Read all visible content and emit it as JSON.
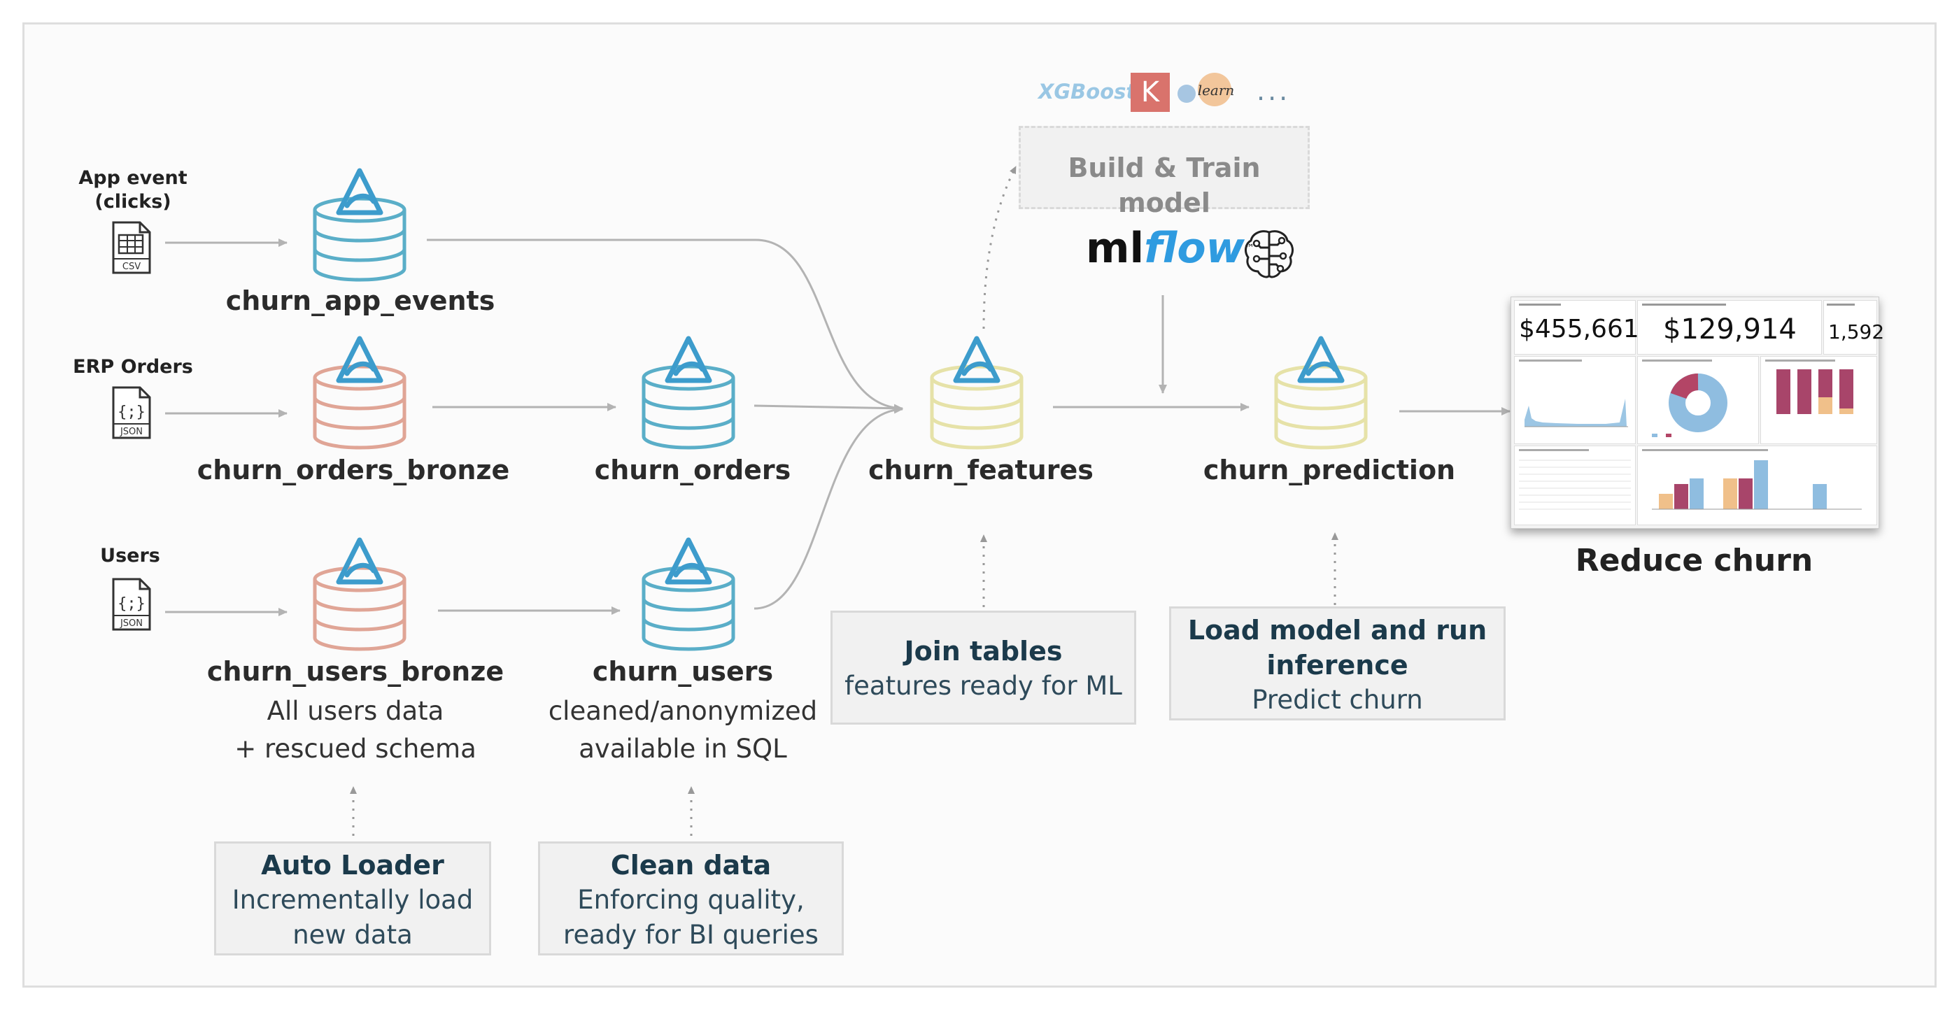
{
  "sources": {
    "app_event": {
      "label_line1": "App event",
      "label_line2": "(clicks)",
      "file_type": "CSV"
    },
    "erp_orders": {
      "label": "ERP Orders",
      "file_type": "JSON"
    },
    "users": {
      "label": "Users",
      "file_type": "JSON"
    }
  },
  "tables": {
    "app_events": "churn_app_events",
    "orders_bronze": "churn_orders_bronze",
    "orders": "churn_orders",
    "users_bronze": "churn_users_bronze",
    "users_bronze_sub1": "All users data",
    "users_bronze_sub2": "+ rescued schema",
    "users": "churn_users",
    "users_sub1": "cleaned/anonymized",
    "users_sub2": "available in SQL",
    "features": "churn_features",
    "prediction": "churn_prediction"
  },
  "boxes": {
    "auto_loader": {
      "title": "Auto Loader",
      "line1": "Incrementally load",
      "line2": "new data"
    },
    "clean_data": {
      "title": "Clean data",
      "line1": "Enforcing quality,",
      "line2": "ready for BI queries"
    },
    "join_tables": {
      "title": "Join tables",
      "line1": "features ready for ML"
    },
    "load_model": {
      "title_line1": "Load model and run",
      "title_line2": "inference",
      "line1": "Predict churn"
    },
    "train": {
      "title": "Build & Train model"
    }
  },
  "ml_libs": {
    "xgboost": "XGBoost",
    "keras": "K",
    "sklearn": "learn",
    "more": "..."
  },
  "mlflow": {
    "ml": "ml",
    "flow": "flow",
    "tm": "™"
  },
  "outcome": "Reduce churn",
  "dashboard": {
    "kpi1": "$455,661",
    "kpi2": "$129,914",
    "kpi3": "1,592"
  },
  "colors": {
    "blue_db": "#5aaec8",
    "salmon_db": "#e0a596",
    "yellow_db": "#e6e2a8",
    "delta_blue": "#3d9ccc",
    "arrow": "#b3b3b3"
  }
}
